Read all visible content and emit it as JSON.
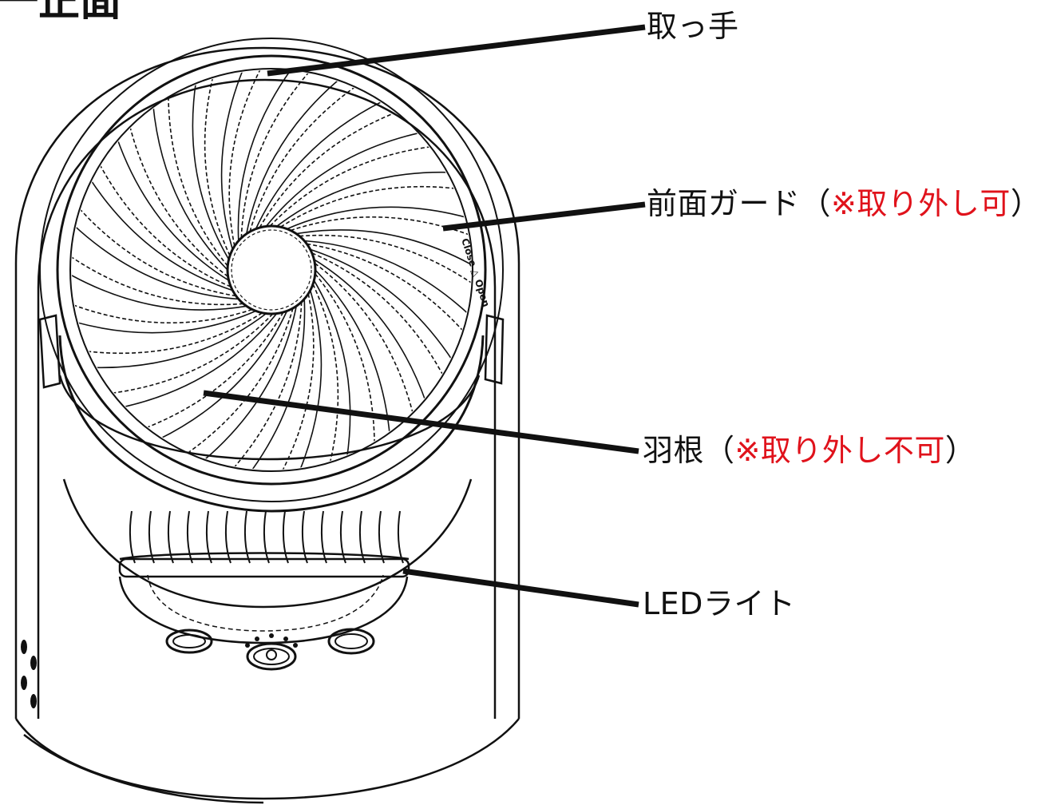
{
  "page": {
    "title": "一正面"
  },
  "labels": {
    "handle": {
      "text": "取っ手"
    },
    "front_guard": {
      "text": "前面ガード（",
      "note": "※取り外し可",
      "close": "）"
    },
    "blades": {
      "text": "羽根（",
      "note": "※取り外し不可",
      "close": "）"
    },
    "led": {
      "text": "LEDライト"
    }
  },
  "guard_marking": "Close △ Open",
  "colors": {
    "line": "#111111",
    "note": "#e0121b",
    "background": "#ffffff"
  }
}
